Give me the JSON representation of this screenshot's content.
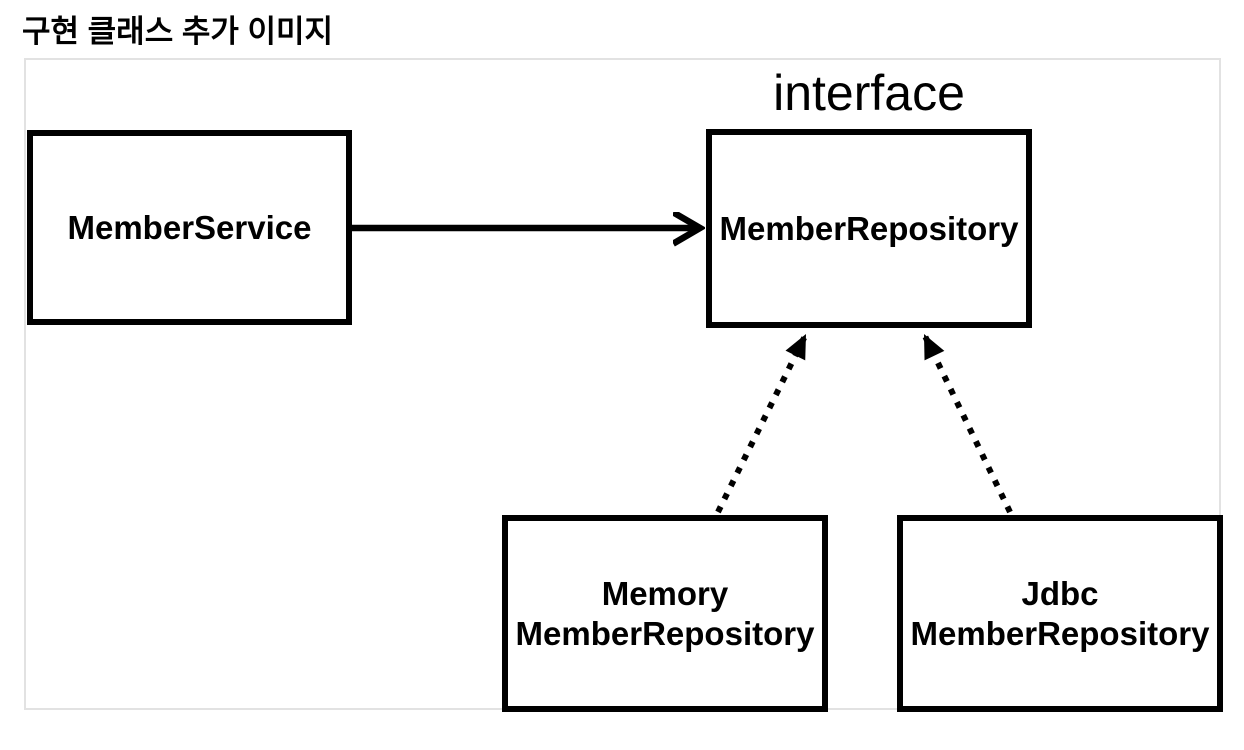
{
  "page": {
    "title": "구현 클래스 추가 이미지"
  },
  "diagram": {
    "interface_label": "interface",
    "nodes": {
      "member_service": {
        "label": "MemberService"
      },
      "member_repository": {
        "label": "MemberRepository"
      },
      "memory_member_repository": {
        "line1": "Memory",
        "line2": "MemberRepository"
      },
      "jdbc_member_repository": {
        "line1": "Jdbc",
        "line2": "MemberRepository"
      }
    },
    "edges": [
      {
        "name": "dependency-arrow",
        "style": "solid",
        "from": "MemberService",
        "to": "MemberRepository"
      },
      {
        "name": "implements-arrow-memory",
        "style": "dotted",
        "from": "MemoryMemberRepository",
        "to": "MemberRepository"
      },
      {
        "name": "implements-arrow-jdbc",
        "style": "dotted",
        "from": "JdbcMemberRepository",
        "to": "MemberRepository"
      }
    ],
    "colors": {
      "node_border": "#000000",
      "text": "#000000",
      "frame_border": "#e2e2e2",
      "background": "#ffffff"
    }
  }
}
